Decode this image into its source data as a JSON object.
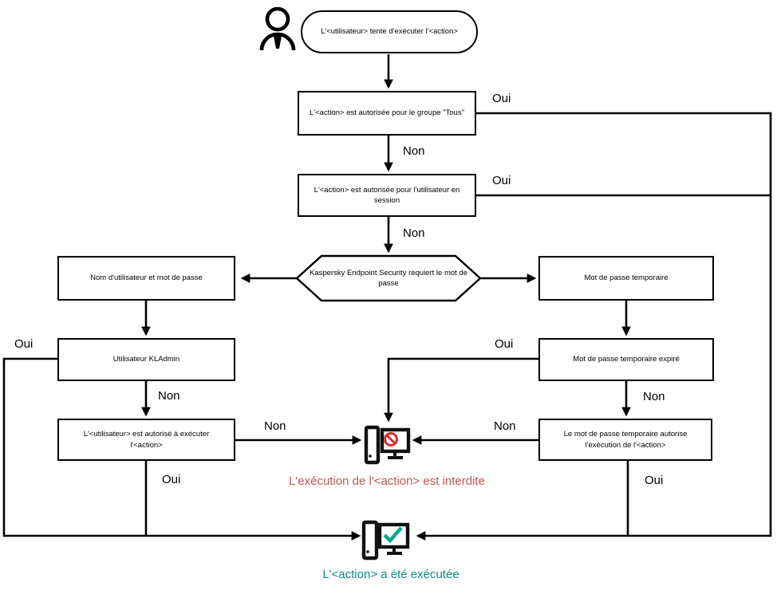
{
  "diagram": {
    "labels": {
      "yes": "Oui",
      "no": "Non"
    },
    "nodes": {
      "start": "L'<utilisateur> tente d'exécuter l'<action>",
      "group_allowed": "L'<action> est autorisée pour le groupe \"Tous\"",
      "session_allowed": "L'<action> est autorisée pour l'utilisateur en session",
      "password_required": "Kaspersky Endpoint Security requiert le mot de passe",
      "username_password": "Nom d'utilisateur et mot de passe",
      "temp_password": "Mot de passe temporaire",
      "kladmin": "Utilisateur KLAdmin",
      "temp_expired": "Mot de passe temporaire expiré",
      "user_authorized": "L'<utilisateur> est autorisé à exécuter l'<action>",
      "temp_authorizes": "Le mot de passe temporaire autorise l'exécution de l'<action>"
    },
    "status": {
      "forbidden": "L'exécution de l'<action> est interdite",
      "executed": "L'<action> a été exécutée"
    },
    "icons": {
      "user": "user-icon",
      "blocked": "blocked-computer-icon",
      "allowed": "allowed-computer-icon"
    },
    "colors": {
      "line": "#000000",
      "forbidden_text": "#c75450",
      "executed_text": "#0f8b8b",
      "prohibition_red": "#d63029",
      "check_green": "#00a88e"
    }
  }
}
